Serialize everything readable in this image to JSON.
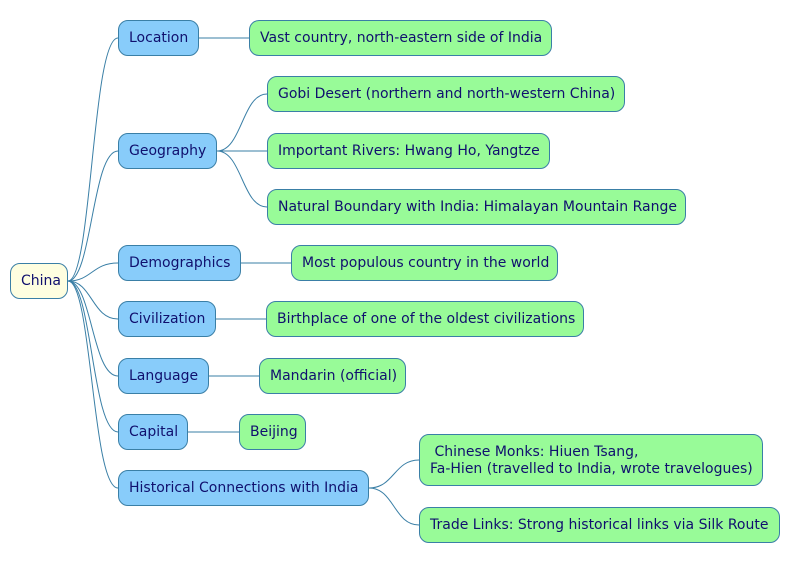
{
  "mindmap": {
    "root": {
      "label": "China"
    },
    "categories": [
      {
        "label": "Location",
        "leaves": [
          "Vast country, north-eastern side of India"
        ]
      },
      {
        "label": "Geography",
        "leaves": [
          "Gobi Desert (northern and north-western China)",
          "Important Rivers: Hwang Ho, Yangtze",
          "Natural Boundary with India: Himalayan Mountain Range"
        ]
      },
      {
        "label": "Demographics",
        "leaves": [
          "Most populous country in the world"
        ]
      },
      {
        "label": "Civilization",
        "leaves": [
          "Birthplace of one of the oldest civilizations"
        ]
      },
      {
        "label": "Language",
        "leaves": [
          "Mandarin (official)"
        ]
      },
      {
        "label": "Capital",
        "leaves": [
          "Beijing"
        ]
      },
      {
        "label": "Historical Connections with India",
        "leaves": [
          " Chinese Monks: Hiuen Tsang,\nFa-Hien (travelled to India, wrote travelogues)",
          "Trade Links: Strong historical links via Silk Route"
        ]
      }
    ]
  },
  "colors": {
    "root_fill": "#fefee0",
    "category_fill": "#88ccfa",
    "leaf_fill": "#98fb98",
    "border": "#3a7fa6",
    "text": "#10106e"
  }
}
